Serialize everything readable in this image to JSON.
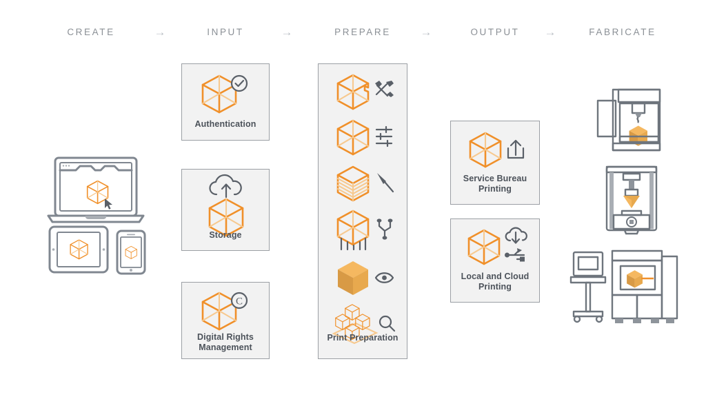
{
  "diagram": {
    "title": "3D printing workflow",
    "stages": [
      {
        "id": "create",
        "label": "CREATE"
      },
      {
        "id": "input",
        "label": "INPUT"
      },
      {
        "id": "prepare",
        "label": "PREPARE"
      },
      {
        "id": "output",
        "label": "OUTPUT"
      },
      {
        "id": "fabricate",
        "label": "FABRICATE"
      }
    ],
    "arrow_glyph": "→"
  },
  "create": {
    "devices": [
      {
        "name": "laptop",
        "icon": "laptop-icon",
        "content": "wireframe-cube",
        "cursor": true
      },
      {
        "name": "tablet",
        "icon": "tablet-icon",
        "content": "wireframe-cube"
      },
      {
        "name": "phone",
        "icon": "phone-icon",
        "content": "wireframe-cube"
      }
    ]
  },
  "input": {
    "cards": [
      {
        "id": "authentication",
        "label": "Authentication",
        "icons": [
          "wireframe-cube-icon",
          "check-badge-icon"
        ]
      },
      {
        "id": "storage",
        "label": "Storage",
        "icons": [
          "cloud-upload-icon",
          "wireframe-cube-icon"
        ]
      },
      {
        "id": "drm",
        "label": "Digital Rights\nManagement",
        "label_line1": "Digital Rights",
        "label_line2": "Management",
        "icons": [
          "wireframe-cube-icon",
          "copyright-badge-icon"
        ]
      }
    ]
  },
  "prepare": {
    "panel_label": "Print Preparation",
    "rows": [
      {
        "id": "repair",
        "cube": "wireframe-cube-notched-icon",
        "icon": "hammer-wrench-icon"
      },
      {
        "id": "settings",
        "cube": "wireframe-cube-icon",
        "icon": "sliders-icon"
      },
      {
        "id": "slice",
        "cube": "wireframe-cube-layered-icon",
        "icon": "scalpel-icon"
      },
      {
        "id": "supports",
        "cube": "wireframe-cube-supports-icon",
        "icon": "support-branch-icon"
      },
      {
        "id": "preview",
        "cube": "solid-cube-icon",
        "icon": "eye-icon"
      },
      {
        "id": "nesting",
        "cube": "cube-cluster-icon",
        "icon": "magnifier-icon"
      }
    ]
  },
  "output": {
    "cards": [
      {
        "id": "service-bureau",
        "label_line1": "Service Bureau",
        "label_line2": "Printing",
        "icons": [
          "wireframe-cube-icon",
          "upload-tray-icon"
        ]
      },
      {
        "id": "local-cloud",
        "label_line1": "Local and Cloud",
        "label_line2": "Printing",
        "icons": [
          "wireframe-cube-icon",
          "cloud-download-icon",
          "usb-icon"
        ]
      }
    ]
  },
  "fabricate": {
    "machines": [
      {
        "id": "fdm-printer",
        "name": "fdm-printer-icon",
        "part": "solid-cube"
      },
      {
        "id": "resin-printer",
        "name": "resin-printer-icon",
        "part": "solid-cube"
      },
      {
        "id": "industrial-printer",
        "name": "industrial-printer-icon",
        "part": "solid-cube",
        "accessory": "monitor-cart-icon"
      }
    ]
  },
  "colors": {
    "orange": "#f0902a",
    "orange_light": "#f7c98f",
    "cube_top": "#f5b860",
    "cube_left": "#d89a45",
    "cube_right": "#e8a94e",
    "gray_text": "#4c525a",
    "header_text": "#8b9096",
    "card_bg": "#f2f2f2",
    "card_border": "#9b9fa4",
    "device_gray": "#a9aeb4"
  }
}
